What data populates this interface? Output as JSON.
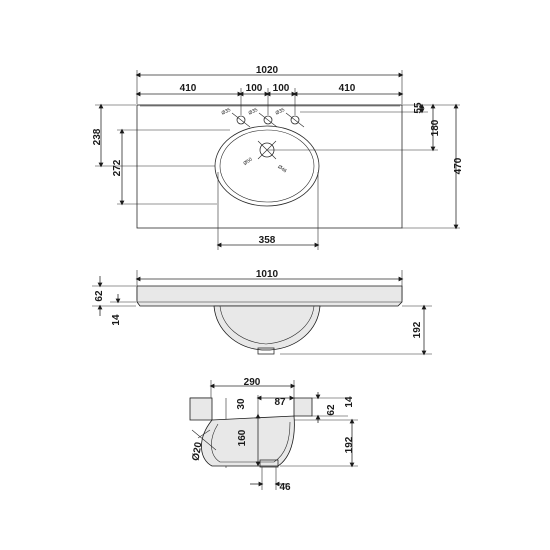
{
  "plan_view": {
    "overall_width": "1020",
    "segment_left": "410",
    "segment_mid_left": "100",
    "segment_mid_right": "100",
    "segment_right": "410",
    "depth_right_small": "55",
    "depth_right_mid": "180",
    "depth_total": "470",
    "bowl_offset_left": "238",
    "bowl_depth_left": "272",
    "bowl_width": "358",
    "tap_hole_1": "Ø35",
    "tap_hole_2": "Ø35",
    "tap_hole_3": "Ø35",
    "waste_label_a": "Ø50",
    "waste_label_b": "Ø46"
  },
  "front_view": {
    "overall_width": "1010",
    "top_thickness": "62",
    "lip_thickness": "14",
    "bowl_height": "192"
  },
  "side_view": {
    "bowl_width": "290",
    "rim_left": "62",
    "inner_offset": "30",
    "waste_offset": "87",
    "right_small_a": "62",
    "right_small_b": "14",
    "inner_height": "160",
    "total_height": "192",
    "overflow_dia": "Ø20",
    "waste_width": "46"
  }
}
